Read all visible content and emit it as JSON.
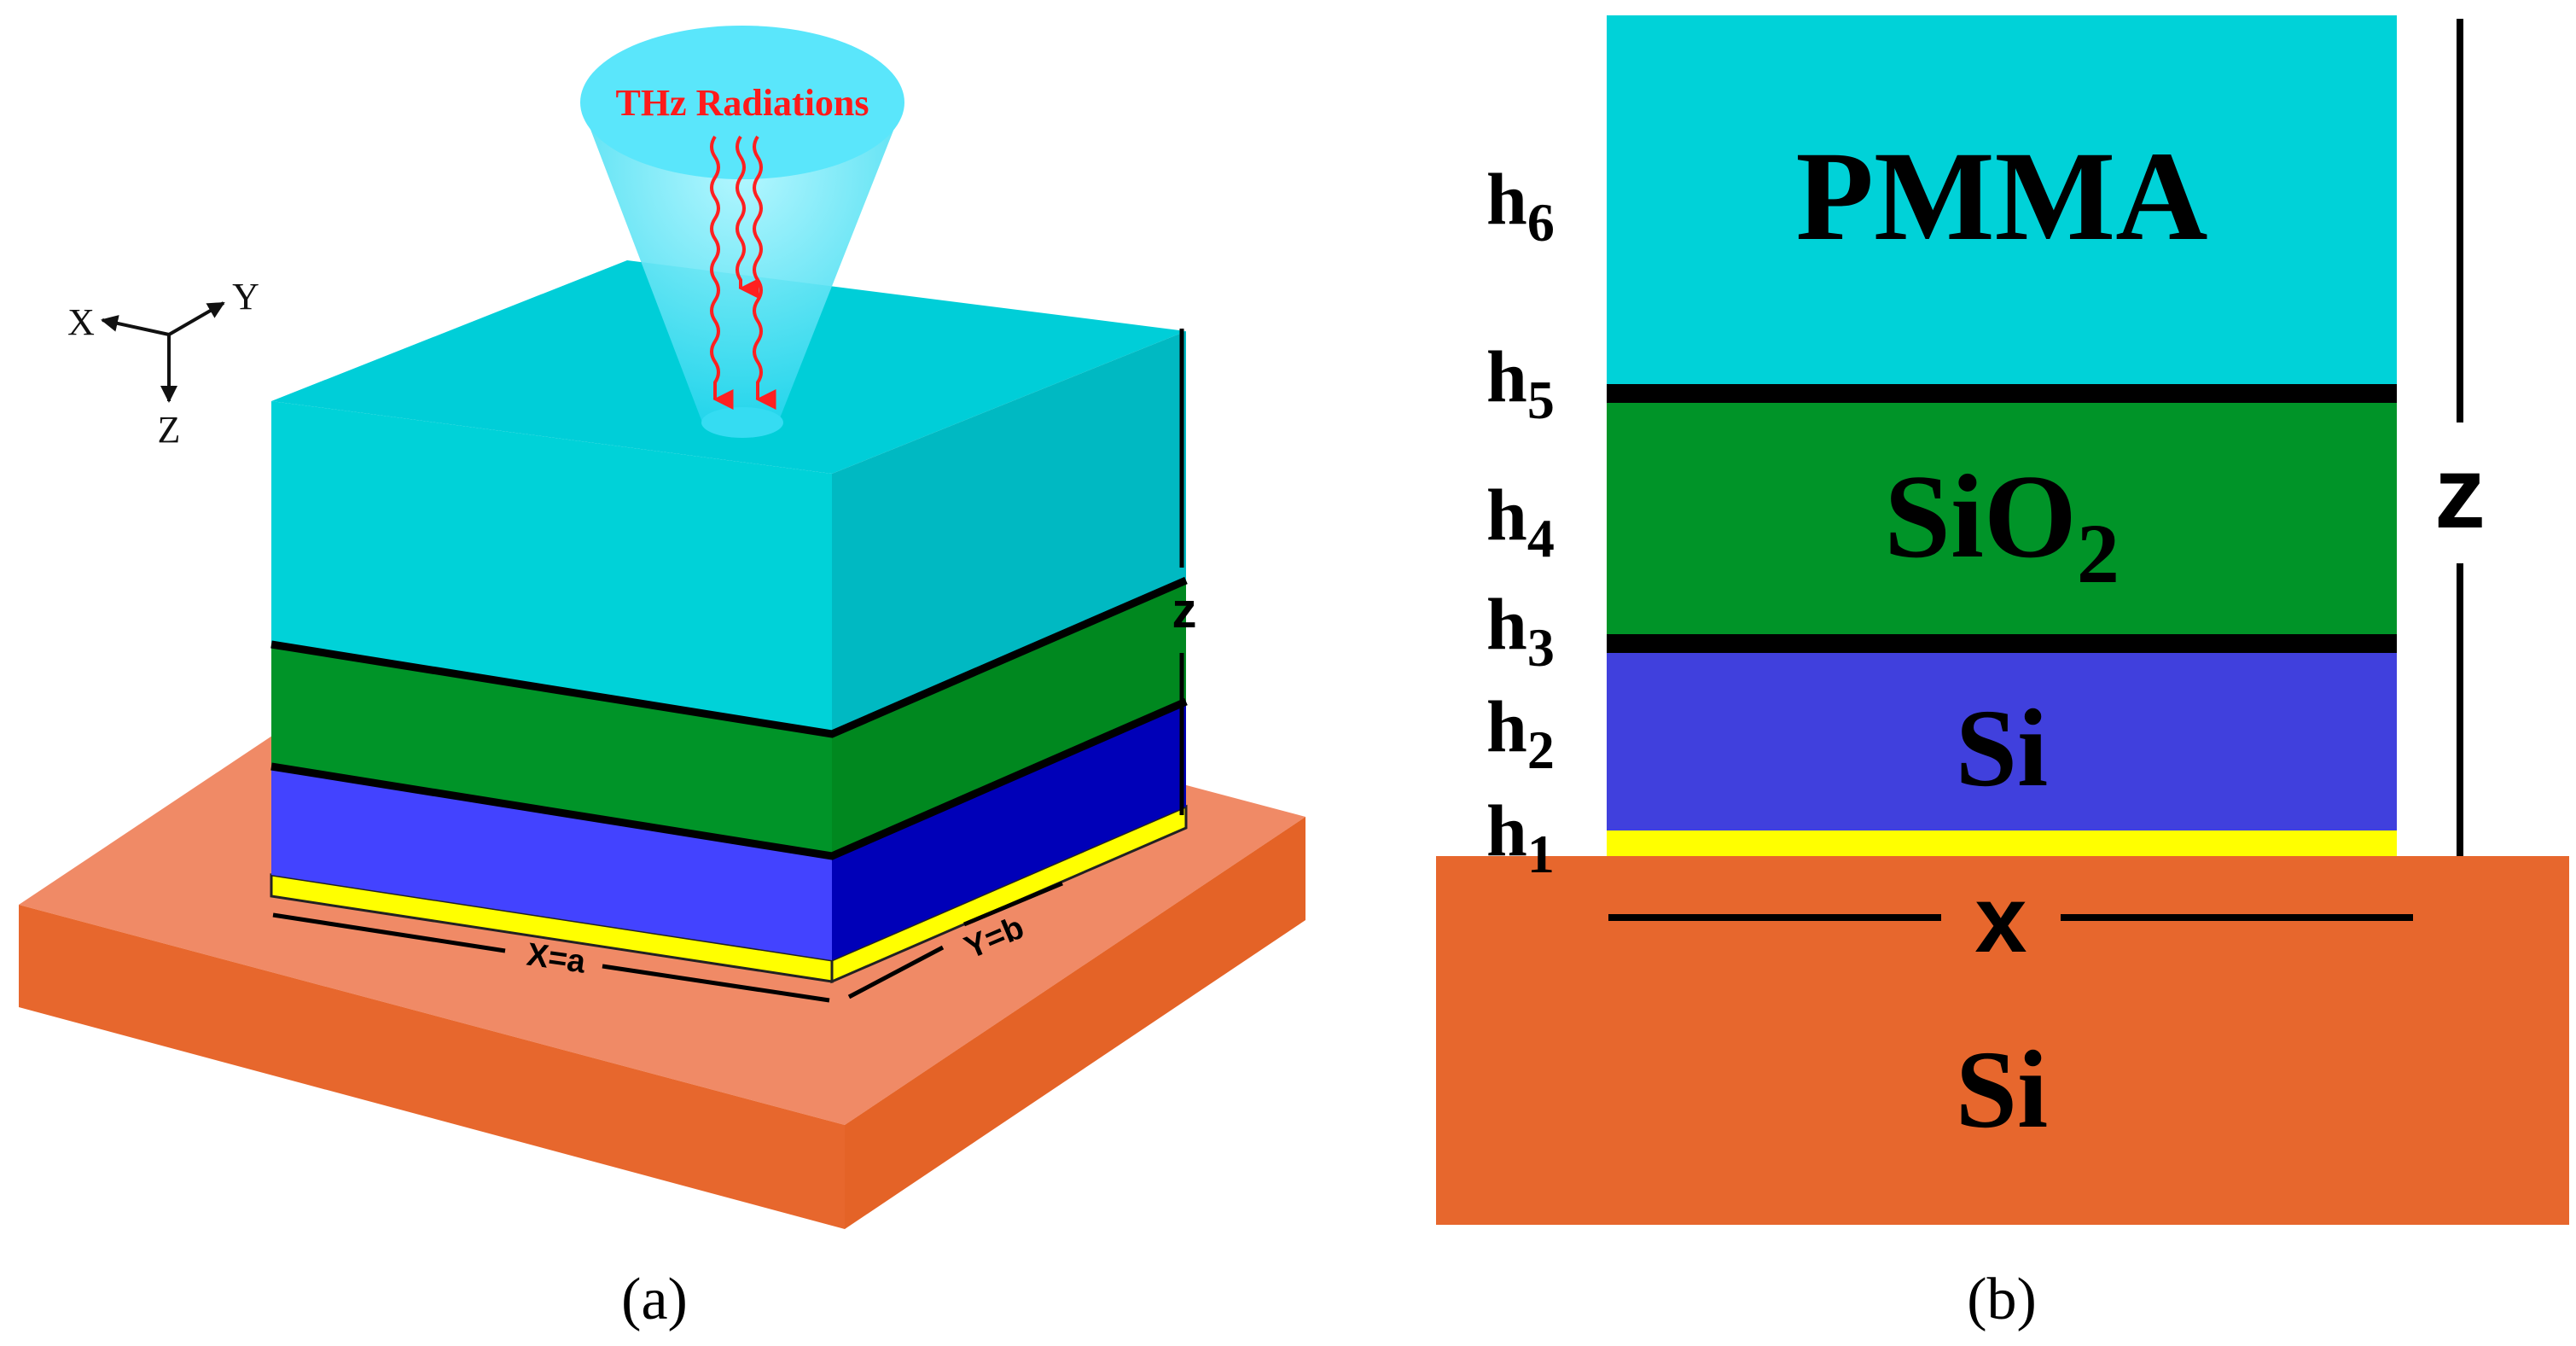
{
  "panel_a": {
    "radiation_label": "THz Radiations",
    "axes": {
      "x": "X",
      "y": "Y",
      "z": "Z"
    },
    "z_label": "z",
    "x_dim_label": "X=a",
    "y_dim_label": "Y=b",
    "caption": "(a)"
  },
  "panel_b": {
    "layers": {
      "pmma": "PMMA",
      "sio2_base": "SiO",
      "sio2_sub": "2",
      "si_upper": "Si",
      "si_substrate": "Si"
    },
    "heights": [
      {
        "base": "h",
        "sub": "6"
      },
      {
        "base": "h",
        "sub": "5"
      },
      {
        "base": "h",
        "sub": "4"
      },
      {
        "base": "h",
        "sub": "3"
      },
      {
        "base": "h",
        "sub": "2"
      },
      {
        "base": "h",
        "sub": "1"
      }
    ],
    "z_label": "z",
    "x_label": "x",
    "caption": "(b)"
  },
  "colors": {
    "pmma": "#00d2d8",
    "pmma_side": "#00b9c2",
    "sio2": "#009428",
    "si_layer": "#4040dd",
    "si_layer_side": "#0000b8",
    "gold": "#ffff00",
    "substrate": "#e7672d",
    "substrate_top": "#f08a66",
    "radiation": "#ff2020",
    "cone": "#40e0f8"
  }
}
